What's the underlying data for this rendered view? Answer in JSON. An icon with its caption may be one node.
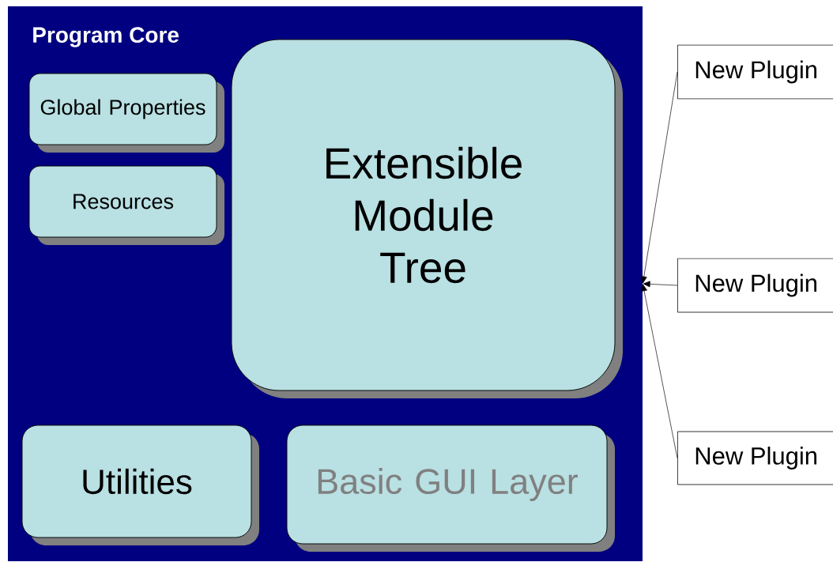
{
  "diagram": {
    "nodes": [
      {
        "text": [
          "Program Core"
        ]
      },
      {
        "text": [
          "Global Properties"
        ],
        "in": 0
      },
      {
        "text": [
          "Resources"
        ],
        "in": 0
      },
      {
        "text": [
          "Extensible Module Tree"
        ],
        "in": 0
      },
      {
        "text": [
          "Utilities"
        ],
        "in": 0
      },
      {
        "text": [
          "Basic GUI Layer"
        ],
        "in": 0
      },
      {
        "text": [
          "New Plugin"
        ]
      },
      {
        "text": [
          "New Plugin"
        ]
      },
      {
        "text": [
          "New Plugin"
        ]
      }
    ],
    "edges": [
      {
        "from": 6,
        "to": 0,
        "arrow": "to"
      },
      {
        "from": 7,
        "to": 0,
        "arrow": "to"
      },
      {
        "from": 8,
        "to": 0,
        "arrow": "to"
      }
    ]
  }
}
